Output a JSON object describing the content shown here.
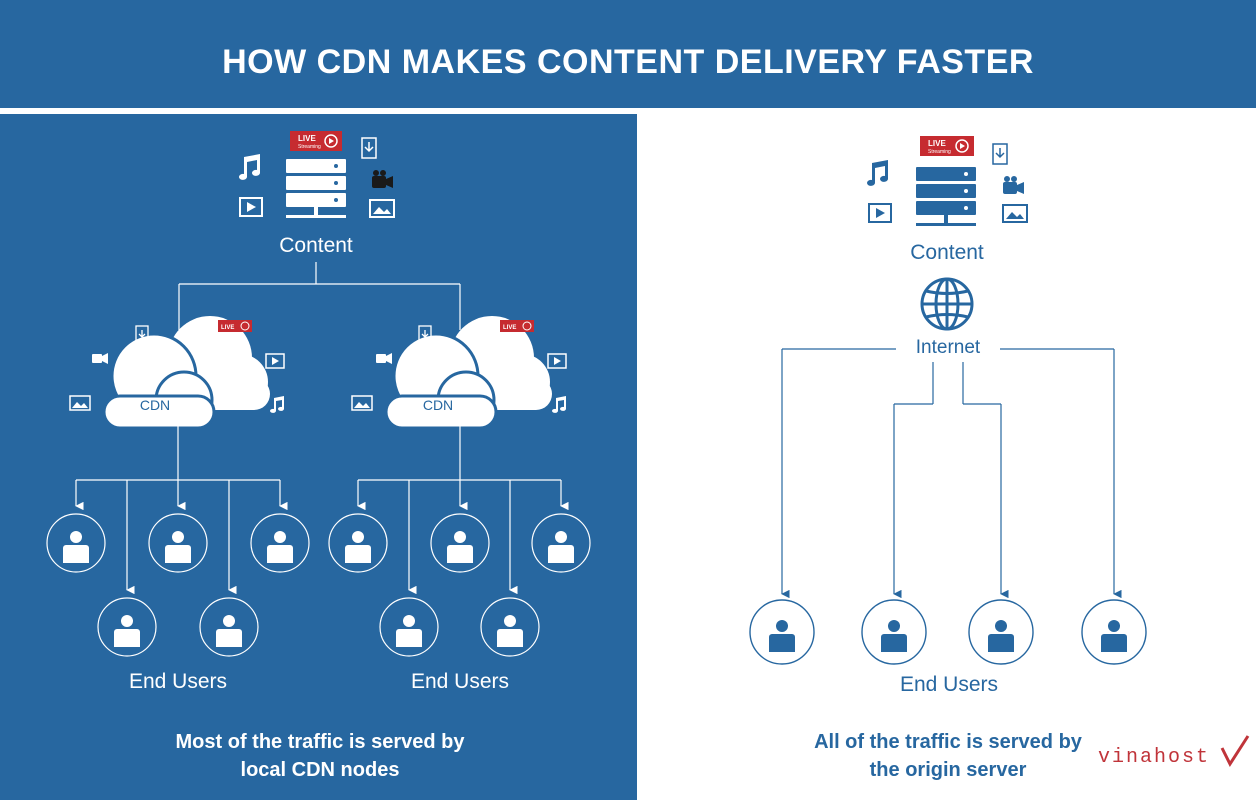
{
  "header": {
    "title": "HOW CDN MAKES CONTENT DELIVERY FASTER"
  },
  "left": {
    "content_label": "Content",
    "cdn_label": "CDN",
    "live_badge": {
      "top": "LIVE",
      "bottom": "Streaming"
    },
    "end_users_label": "End Users",
    "caption": [
      "Most of the traffic is served by",
      "local CDN nodes"
    ]
  },
  "right": {
    "content_label": "Content",
    "internet_label": "Internet",
    "live_badge": {
      "top": "LIVE",
      "bottom": "Streaming"
    },
    "end_users_label": "End Users",
    "caption": [
      "All of the traffic is served by",
      "the origin server"
    ]
  },
  "brand": {
    "logo_text": "vinahost"
  },
  "colors": {
    "blue": "#2767a0",
    "white": "#ffffff",
    "live_red": "#c62b30",
    "line_light": "#d8e4f0"
  }
}
